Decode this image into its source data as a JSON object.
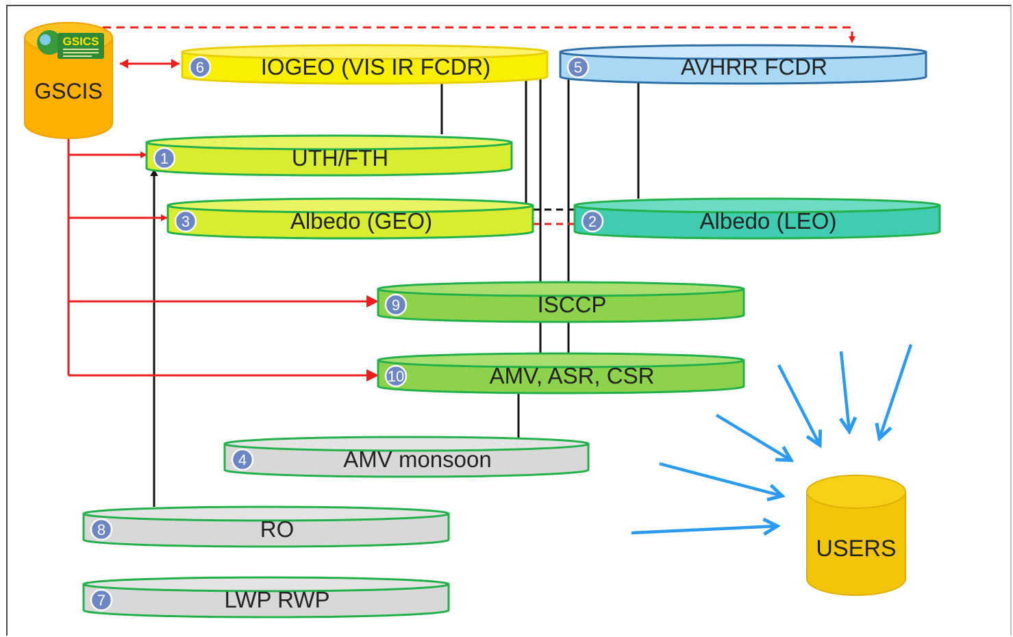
{
  "diagram": {
    "gscis": {
      "name": "GSCIS",
      "logo_text": "GSICS"
    },
    "users": {
      "name": "USERS"
    },
    "products": [
      {
        "number": "6",
        "name": "IOGEO (VIS IR FCDR)"
      },
      {
        "number": "5",
        "name": "AVHRR FCDR"
      },
      {
        "number": "1",
        "name": "UTH/FTH"
      },
      {
        "number": "3",
        "name": "Albedo (GEO)"
      },
      {
        "number": "2",
        "name": "Albedo (LEO)"
      },
      {
        "number": "9",
        "name": "ISCCP"
      },
      {
        "number": "10",
        "name": "AMV, ASR, CSR"
      },
      {
        "number": "4",
        "name": "AMV monsoon"
      },
      {
        "number": "8",
        "name": "RO"
      },
      {
        "number": "7",
        "name": "LWP RWP"
      }
    ],
    "colors": {
      "yellow": "#f8f000",
      "yellow_green": "#d8ec30",
      "green": "#8cd24a",
      "teal": "#40ccb0",
      "light_blue": "#a8d8f4",
      "grey": "#d8d8d8",
      "gscis_orange": "#ffb000",
      "users_yellow": "#f2c40a",
      "red": "#ee1c1c",
      "blue_arrow": "#2a9bef",
      "badge_blue": "#6b86c2"
    }
  }
}
